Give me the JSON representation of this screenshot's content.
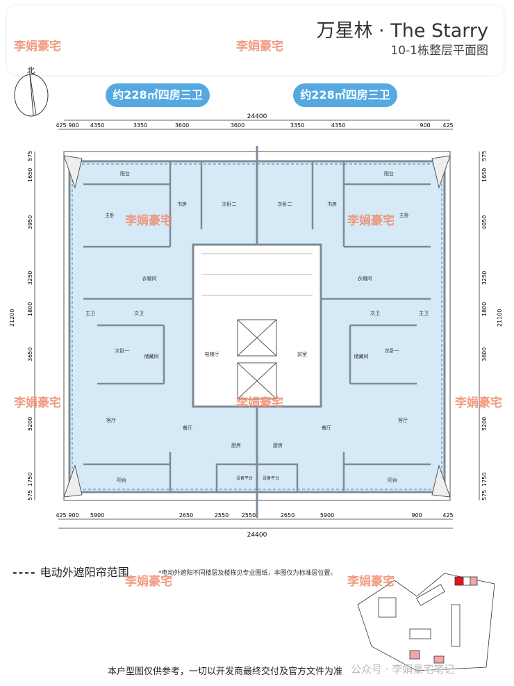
{
  "header": {
    "title": "万星林 · The Starry",
    "subtitle": "10-1栋整层平面图"
  },
  "watermark": "李娟豪宅",
  "north_label": "北",
  "units": [
    {
      "label": "约228㎡四房三卫"
    },
    {
      "label": "约228㎡四房三卫"
    }
  ],
  "dims": {
    "total": "24400",
    "top": [
      "425",
      "900",
      "4350",
      "3350",
      "3600",
      "3600",
      "3350",
      "4350",
      "900",
      "425"
    ],
    "bottom": [
      "425",
      "900",
      "5900",
      "2650",
      "2550",
      "2550",
      "2650",
      "5900",
      "900",
      "425"
    ],
    "left": [
      "575",
      "1650",
      "3950",
      "3250",
      "1800",
      "3650",
      "5200",
      "1750",
      "575"
    ],
    "left_total": "21200",
    "right": [
      "575",
      "1650",
      "4050",
      "3250",
      "1800",
      "3600",
      "5200",
      "1750",
      "575"
    ],
    "right_total": "21100"
  },
  "rooms": {
    "balcony_top": "阳台",
    "master": "主卧",
    "study": "书房",
    "bedroom2": "次卧二",
    "wardrobe": "衣帽间",
    "master_bath": "主卫",
    "bath2": "次卫",
    "bedroom1": "次卧一",
    "storage": "储藏间",
    "living": "客厅",
    "dining": "餐厅",
    "kitchen": "厨房",
    "balcony_bottom": "阳台",
    "lobby_left": "电梯厅",
    "lobby_right": "前室",
    "equipment": "设备平台"
  },
  "legend": {
    "symbol": "----",
    "label": "电动外遮阳帘范围",
    "note": "*电动外遮阳不同楼层及楼栋见专业图纸，本图仅为标准层位置。"
  },
  "disclaimer": "本户型图仅供参考，一切以开发商最终交付及官方文件为准",
  "wechat": "公众号 · 李娟豪宅笔记",
  "colors": {
    "room": "#d6e9f7",
    "wall": "#7d8a96",
    "pill": "#55a9e0",
    "highlight": "#e8141b",
    "highlight_light": "#f2a6a8"
  }
}
